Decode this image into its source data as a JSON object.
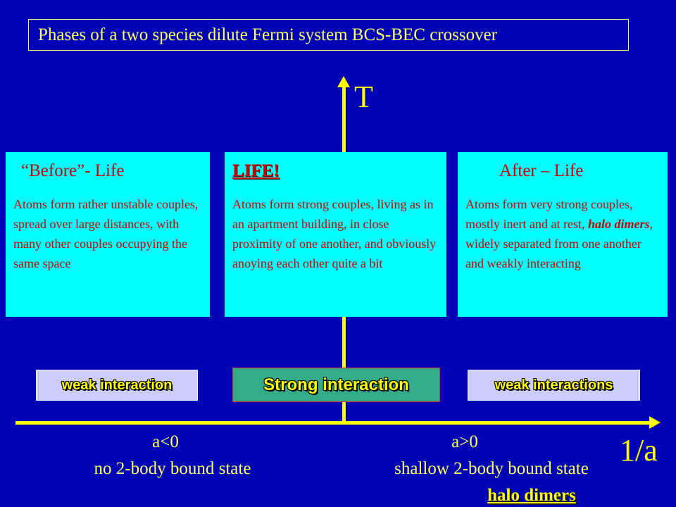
{
  "title": "Phases of a two species dilute Fermi system BCS-BEC crossover",
  "axes": {
    "y_label": "T",
    "x_label": "1/a"
  },
  "panels": [
    {
      "heading": "“Before”- Life",
      "body": "Atoms form rather unstable couples, spread over large distances, with many other couples occupying the same space"
    },
    {
      "heading": "LIFE!",
      "body": "Atoms form strong couples, living as in an apartment building, in close proximity of one another, and obviously anoying each other quite a bit"
    },
    {
      "heading": "After – Life",
      "body_before": "Atoms form very strong couples, mostly inert and at rest, ",
      "body_em": "halo dimers",
      "body_after": ", widely separated from one another and weakly interacting"
    }
  ],
  "interactions": {
    "left": "weak interaction",
    "center": "Strong interaction",
    "right": "weak interactions"
  },
  "bottom": {
    "left_line1": "a<0",
    "left_line2": "no 2-body bound state",
    "right_line1": "a>0",
    "right_line2": "shallow 2-body bound state",
    "right_line3": "halo dimers"
  },
  "colors": {
    "background": "#0000b4",
    "axis": "#ffff00",
    "panel": "#00ffff",
    "panel_text": "#cc0000"
  }
}
